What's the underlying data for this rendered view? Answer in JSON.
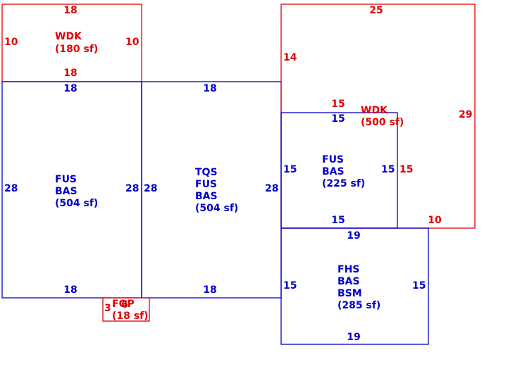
{
  "colors": {
    "wdk": "#e00000",
    "building": "#0000cc"
  },
  "areas": {
    "wdk_left": {
      "code": "WDK",
      "area": "(180 sf)",
      "top": "18",
      "bottom": "18",
      "left": "10",
      "right": "10"
    },
    "fus_left": {
      "lines": [
        "FUS",
        "BAS",
        "(504 sf)"
      ],
      "top": "18",
      "bottom": "18",
      "left": "28",
      "right": "28"
    },
    "tqs_mid": {
      "lines": [
        "TQS",
        "FUS",
        "BAS",
        "(504 sf)"
      ],
      "top": "18",
      "bottom": "18",
      "left": "28",
      "right": "28"
    },
    "wdk_right": {
      "code": "WDK",
      "area": "(500 sf)",
      "top": "25",
      "left": "14",
      "right": "29",
      "inner_top": "15",
      "inner_right": "15",
      "bottom": "10"
    },
    "fus_right": {
      "lines": [
        "FUS",
        "BAS",
        "(225 sf)"
      ],
      "top": "15",
      "bottom": "15",
      "left": "15",
      "right": "15"
    },
    "fhs": {
      "lines": [
        "FHS",
        "BAS",
        "BSM",
        "(285 sf)"
      ],
      "top": "19",
      "bottom": "19",
      "left": "15",
      "right": "15"
    },
    "fop": {
      "code": "FOP",
      "area": "(18 sf)",
      "left": "3",
      "top": "6"
    }
  }
}
